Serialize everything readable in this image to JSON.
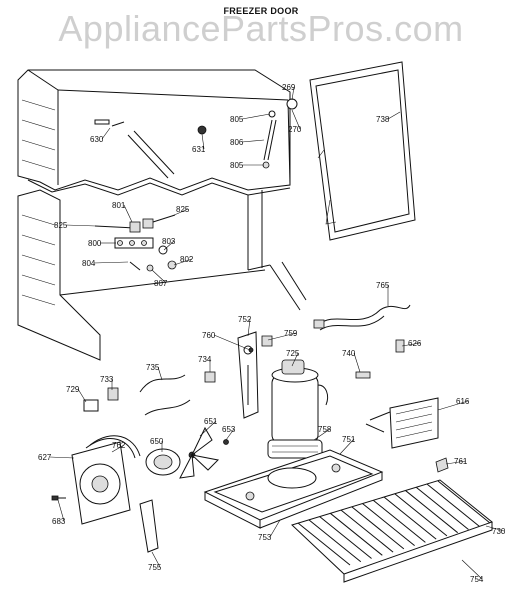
{
  "header": {
    "title": "FREEZER DOOR",
    "watermark": "AppliancePartsPros.com"
  },
  "parts": [
    {
      "id": "p269",
      "label": "269"
    },
    {
      "id": "p738",
      "label": "738"
    },
    {
      "id": "p805a",
      "label": "805"
    },
    {
      "id": "p270",
      "label": "270"
    },
    {
      "id": "p806",
      "label": "806"
    },
    {
      "id": "p630",
      "label": "630"
    },
    {
      "id": "p631",
      "label": "631"
    },
    {
      "id": "p805b",
      "label": "805"
    },
    {
      "id": "p801",
      "label": "801"
    },
    {
      "id": "p825a",
      "label": "825"
    },
    {
      "id": "p825b",
      "label": "825"
    },
    {
      "id": "p803",
      "label": "803"
    },
    {
      "id": "p800",
      "label": "800"
    },
    {
      "id": "p802",
      "label": "802"
    },
    {
      "id": "p804",
      "label": "804"
    },
    {
      "id": "p807",
      "label": "807"
    },
    {
      "id": "p765",
      "label": "765"
    },
    {
      "id": "p760",
      "label": "760"
    },
    {
      "id": "p752",
      "label": "752"
    },
    {
      "id": "p759",
      "label": "759"
    },
    {
      "id": "p626",
      "label": "626"
    },
    {
      "id": "p725",
      "label": "725"
    },
    {
      "id": "p740",
      "label": "740"
    },
    {
      "id": "p734",
      "label": "734"
    },
    {
      "id": "p735",
      "label": "735"
    },
    {
      "id": "p729",
      "label": "729"
    },
    {
      "id": "p733",
      "label": "733"
    },
    {
      "id": "p616",
      "label": "616"
    },
    {
      "id": "p651",
      "label": "651"
    },
    {
      "id": "p653",
      "label": "653"
    },
    {
      "id": "p758",
      "label": "758"
    },
    {
      "id": "p751",
      "label": "751"
    },
    {
      "id": "p627",
      "label": "627"
    },
    {
      "id": "p762",
      "label": "762"
    },
    {
      "id": "p650",
      "label": "650"
    },
    {
      "id": "p761",
      "label": "761"
    },
    {
      "id": "p683",
      "label": "683"
    },
    {
      "id": "p753",
      "label": "753"
    },
    {
      "id": "p730",
      "label": "730"
    },
    {
      "id": "p755",
      "label": "755"
    },
    {
      "id": "p754",
      "label": "754"
    }
  ]
}
